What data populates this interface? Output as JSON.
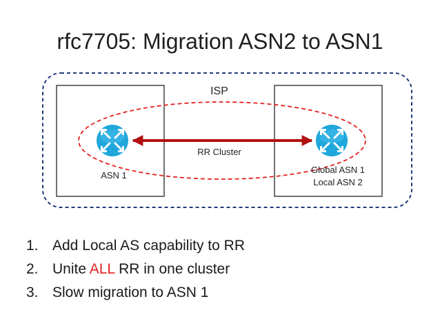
{
  "title": "rfc7705: Migration ASN2 to ASN1",
  "diagram": {
    "isp_label": "ISP",
    "rr_cluster_label": "RR Cluster",
    "left_box_label": "ASN 1",
    "right_box_label_line1": "Global ASN 1",
    "right_box_label_line2": "Local ASN 2",
    "router_icon": "router-icon",
    "colors": {
      "isp_border": "#1f3a7a",
      "cluster_ellipse": "#e41f1f",
      "arrow": "#b01010",
      "router_fill": "#1fa7dc"
    }
  },
  "steps": [
    {
      "number": "1.",
      "text": "Add Local AS capability to RR"
    },
    {
      "number": "2.",
      "text_before": "Unite ",
      "highlight": "ALL",
      "text_after": " RR in one cluster"
    },
    {
      "number": "3.",
      "text": "Slow migration to ASN 1"
    }
  ],
  "highlight_color": "#e41f1f"
}
